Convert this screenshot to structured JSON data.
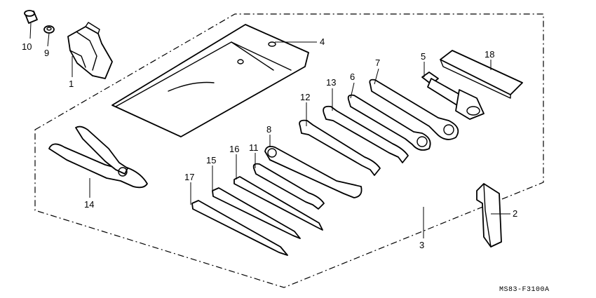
{
  "callouts": {
    "c1": "1",
    "c2": "2",
    "c3": "3",
    "c4": "4",
    "c5": "5",
    "c6": "6",
    "c7": "7",
    "c8": "8",
    "c9": "9",
    "c10": "10",
    "c11": "11",
    "c12": "12",
    "c13": "13",
    "c14": "14",
    "c15": "15",
    "c16": "16",
    "c17": "17",
    "c18": "18"
  },
  "drawing_code": "MS83-F3100A"
}
